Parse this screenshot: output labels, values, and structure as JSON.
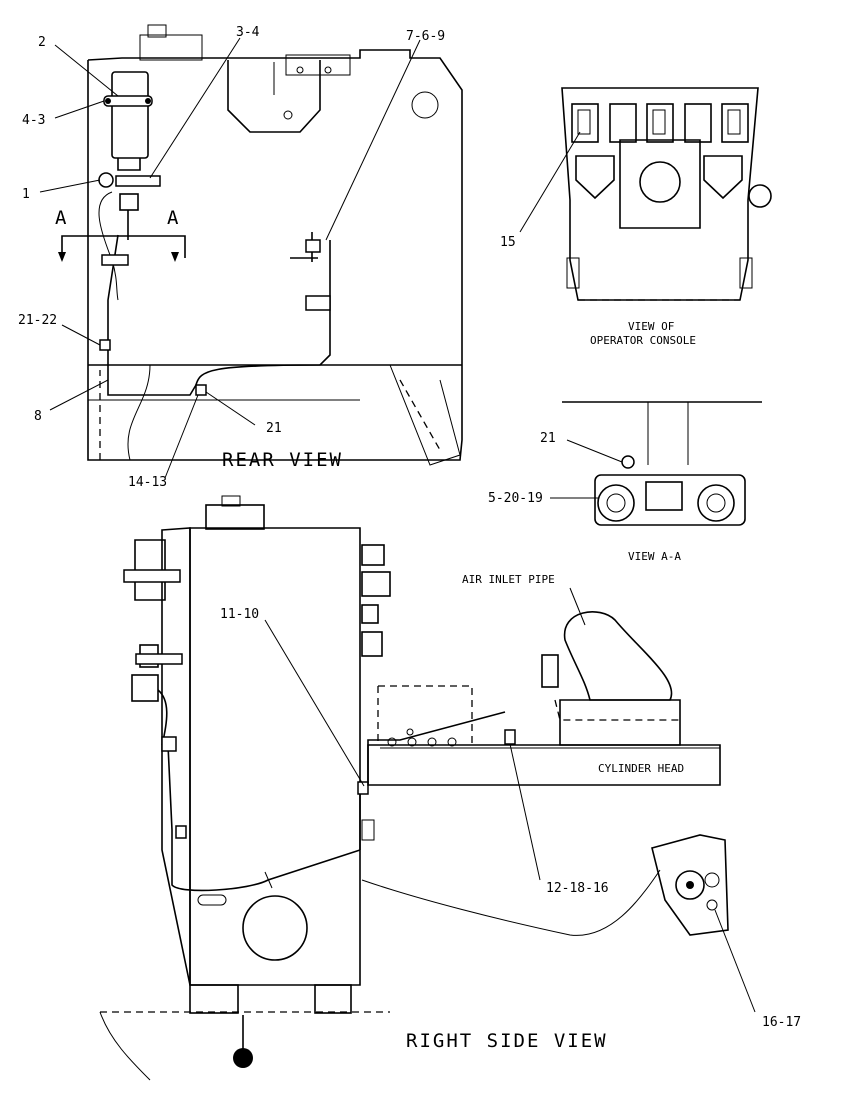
{
  "views": {
    "rear": "REAR VIEW",
    "right_side": "RIGHT SIDE VIEW",
    "console_line1": "VIEW OF",
    "console_line2": "OPERATOR CONSOLE",
    "section": "VIEW A-A"
  },
  "section_marks": {
    "left": "A",
    "right": "A"
  },
  "callouts": {
    "c2": "2",
    "c3_4": "3-4",
    "c7_6_9": "7-6-9",
    "c4_3": "4-3",
    "c1": "1",
    "c21_22": "21-22",
    "c8": "8",
    "c21_rear": "21",
    "c14_13": "14-13",
    "c15": "15",
    "c21_sec": "21",
    "c5_20_19": "5-20-19",
    "c11_10": "11-10",
    "c12_18_16": "12-18-16",
    "c16_17": "16-17"
  },
  "annotations": {
    "air_inlet": "AIR INLET PIPE",
    "cyl_head": "CYLINDER HEAD"
  }
}
